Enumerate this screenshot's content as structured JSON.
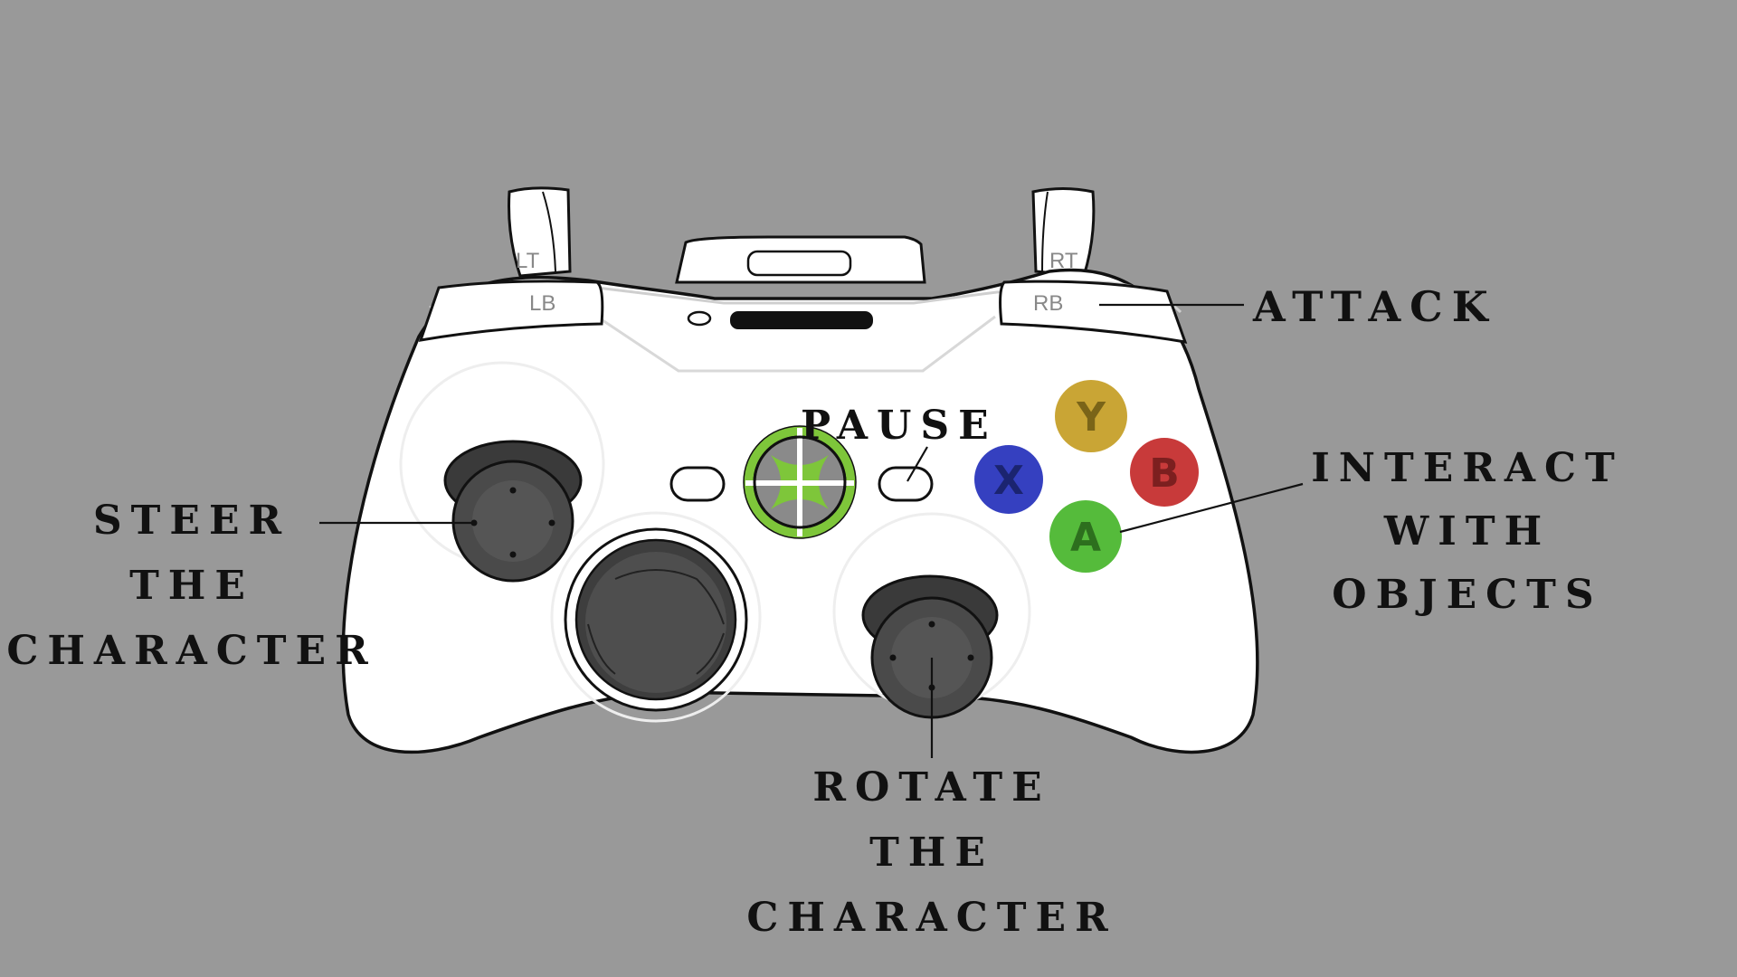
{
  "controller": {
    "triggers": {
      "left": "LT",
      "right": "RT"
    },
    "bumpers": {
      "left": "LB",
      "right": "RB"
    },
    "face_buttons": {
      "y": {
        "letter": "Y",
        "color": "#c9a535"
      },
      "b": {
        "letter": "B",
        "color": "#c83a3a"
      },
      "x": {
        "letter": "X",
        "color": "#3540c0"
      },
      "a": {
        "letter": "A",
        "color": "#55bb3b"
      }
    },
    "guide_color": "#7ec63a",
    "body_color": "#ffffff",
    "stick_color": "#4a4a4a"
  },
  "labels": {
    "attack": [
      "ATTACK"
    ],
    "pause": [
      "PAUSE"
    ],
    "interact": [
      "INTERACT",
      "WITH",
      "OBJECTS"
    ],
    "steer": [
      "STEER",
      "THE",
      "CHARACTER"
    ],
    "rotate": [
      "ROTATE",
      "THE",
      "CHARACTER"
    ]
  }
}
